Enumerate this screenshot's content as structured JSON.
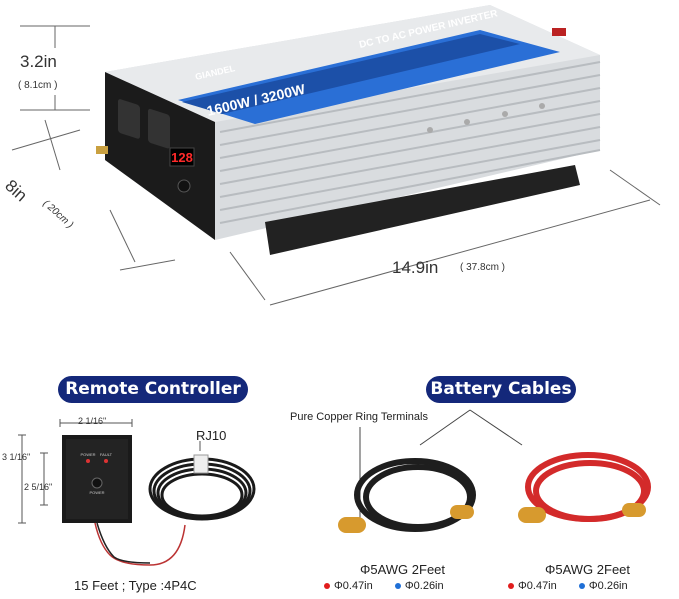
{
  "inverter": {
    "brand": "GIANDEL",
    "panel_title": "DC TO AC POWER INVERTER",
    "panel_rating": "1600W / 3200W",
    "display_value": "128"
  },
  "dimensions": {
    "height": "3.2in",
    "height_metric": "( 8.1cm )",
    "depth": "8in",
    "depth_metric": "( 20cm )",
    "length": "14.9in",
    "length_metric": "( 37.8cm )"
  },
  "remote": {
    "title": "Remote Controller",
    "width_label": "2 1/16\"",
    "height_outer_label": "3 1/16\"",
    "height_inner_label": "2 5/16\"",
    "connector": "RJ10",
    "cable_caption": "15 Feet ; Type :4P4C"
  },
  "battery": {
    "title": "Battery Cables",
    "terminals_label": "Pure Copper Ring Terminals",
    "cables": [
      {
        "name": "Φ5AWG 2Feet",
        "red_size": "Φ0.47in",
        "blue_size": "Φ0.26in"
      },
      {
        "name": "Φ5AWG 2Feet",
        "red_size": "Φ0.47in",
        "blue_size": "Φ0.26in"
      }
    ]
  },
  "colors": {
    "pill_bg": "#14287a",
    "panel_blue": "#2a6fd6",
    "red_dot": "#e11d1d",
    "blue_dot": "#1f6fd6"
  }
}
